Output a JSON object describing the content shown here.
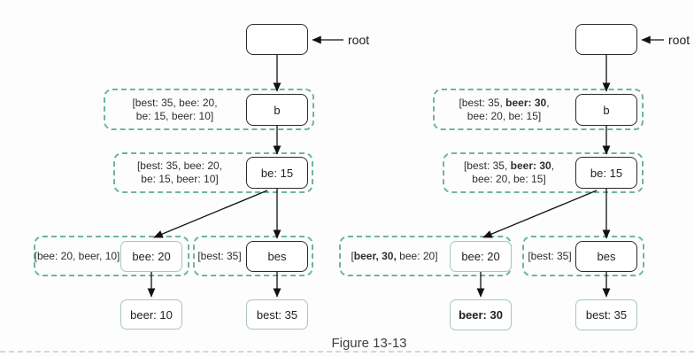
{
  "caption": "Figure 13-13",
  "colors": {
    "dashed_box_border": "#6eb4a5",
    "leaf_node_border": "#a5c8c0",
    "internal_node_border": "#2a2a2a",
    "arrow": "#111111"
  },
  "left_tree": {
    "root_pointer_label": "root",
    "nodes": {
      "root": "",
      "b": "b",
      "be": "be: 15",
      "bee": "bee: 20",
      "bes": "bes",
      "beer": "beer: 10",
      "best": "best: 35"
    },
    "annotations": {
      "b_line1": "[best: 35, bee: 20,",
      "b_line2": "be: 15, beer: 10]",
      "be_line1": "[best: 35, bee: 20,",
      "be_line2": "be: 15, beer: 10]",
      "bee": "[bee: 20, beer, 10]",
      "bes": "[best: 35]"
    }
  },
  "right_tree": {
    "root_pointer_label": "root",
    "nodes": {
      "root": "",
      "b": "b",
      "be": "be: 15",
      "bee": "bee: 20",
      "bes": "bes",
      "beer": "beer: 30",
      "best": "best: 35"
    },
    "annotations": {
      "b_line1_pre": "[best: 35, ",
      "b_line1_bold": "beer: 30",
      "b_line1_post": ",",
      "b_line2": "bee: 20, be: 15]",
      "be_line1_pre": "[best: 35, ",
      "be_line1_bold": "beer: 30",
      "be_line1_post": ",",
      "be_line2": "bee: 20, be: 15]",
      "bee_pre": "[",
      "bee_bold": "beer, 30,",
      "bee_post": " bee: 20]",
      "bes": "[best: 35]"
    }
  }
}
